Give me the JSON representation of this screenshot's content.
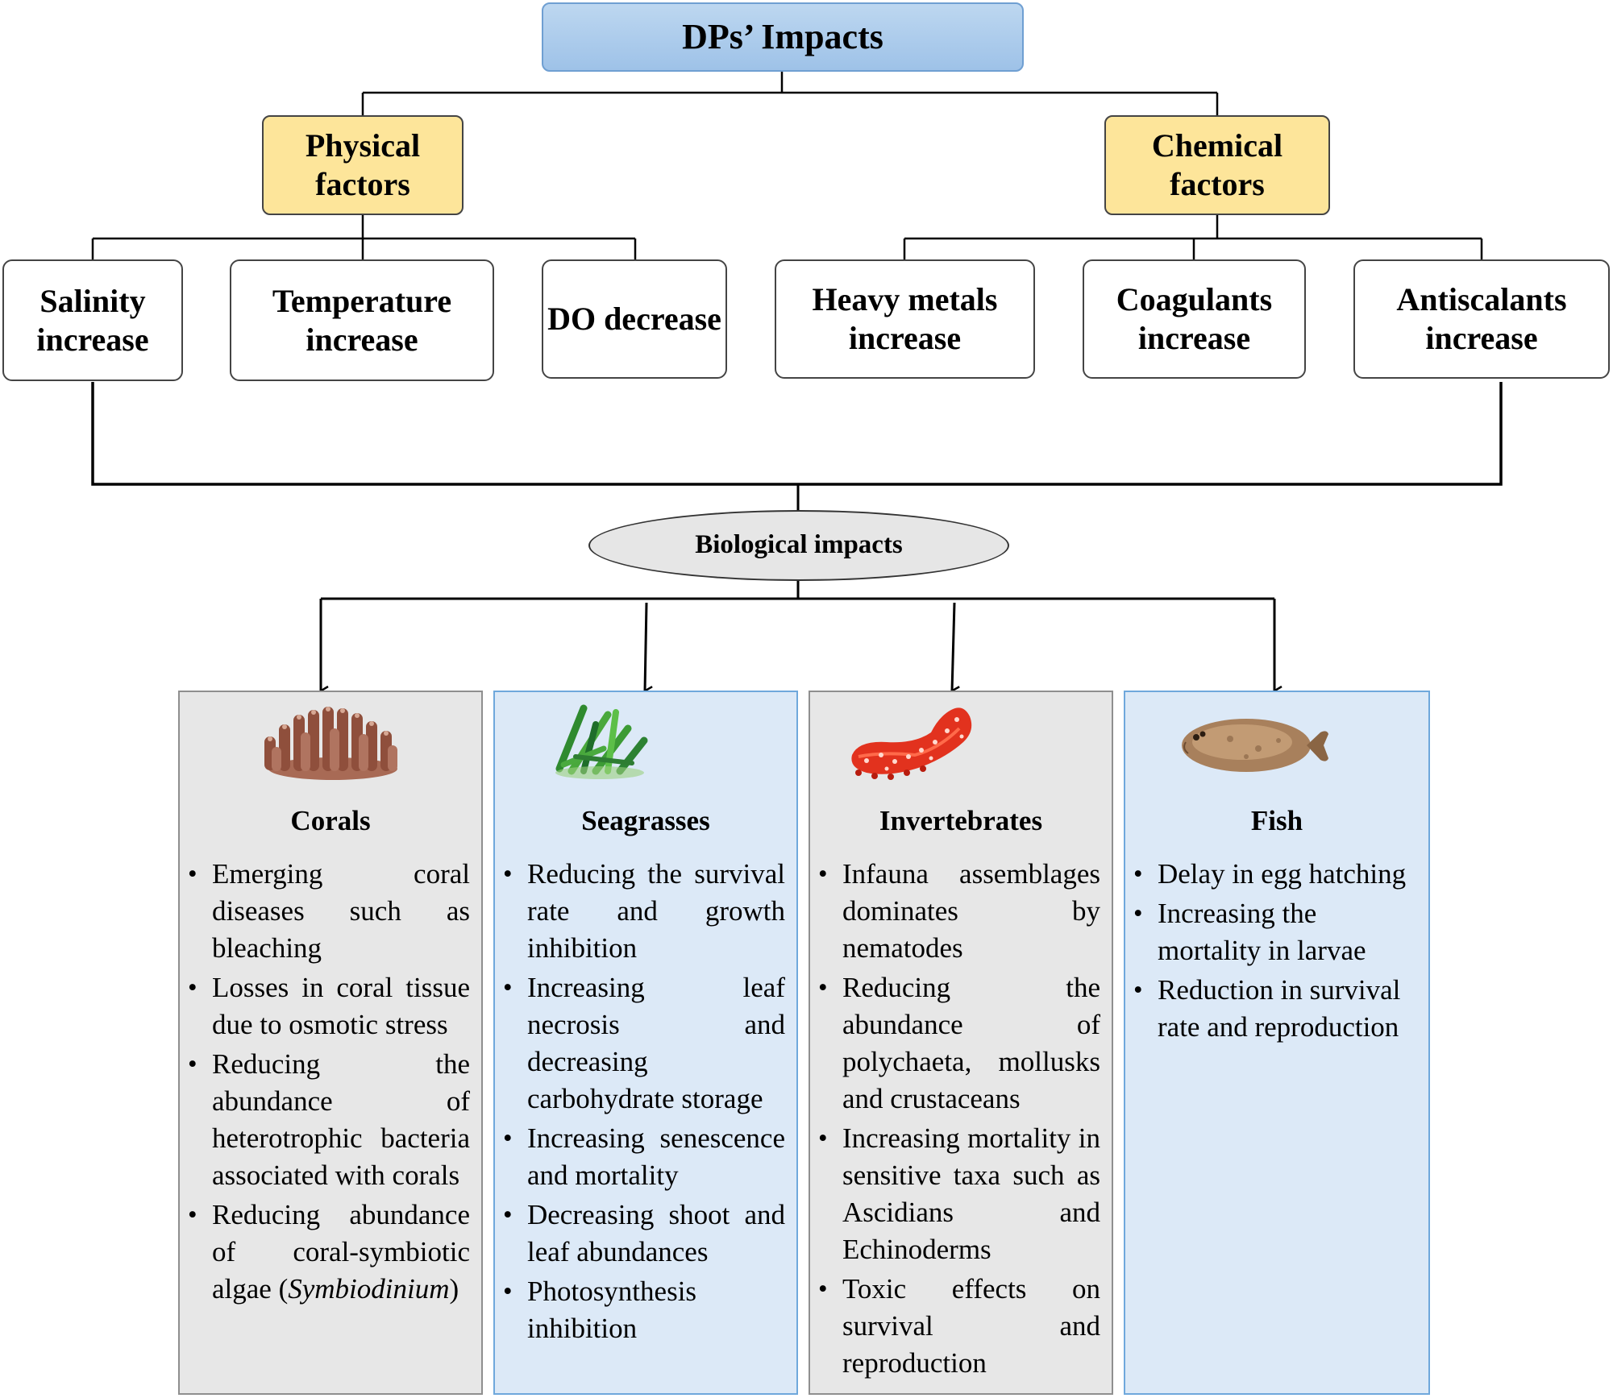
{
  "diagram": {
    "title": "DPs’ Impacts",
    "physical_factors": {
      "label": "Physical factors",
      "items": [
        "Salinity increase",
        "Temperature increase",
        "DO decrease"
      ]
    },
    "chemical_factors": {
      "label": "Chemical factors",
      "items": [
        "Heavy metals increase",
        "Coagulants increase",
        "Antiscalants increase"
      ]
    },
    "hub": "Biological impacts",
    "groups": [
      {
        "title": "Corals",
        "icon": "coral-icon",
        "bullets": [
          "Emerging coral diseases such as bleaching",
          "Losses in coral tissue due to osmotic stress",
          "Reducing the abundance of heterotrophic bacteria associated with corals",
          {
            "before": "Reducing abundance of coral-symbiotic algae (",
            "italic": "Symbiodinium",
            "after": ")"
          }
        ]
      },
      {
        "title": "Seagrasses",
        "icon": "seagrass-icon",
        "bullets": [
          "Reducing the survival rate and growth inhibition",
          "Increasing leaf necrosis and decreasing carbohydrate storage",
          "Increasing senescence and mortality",
          "Decreasing shoot and leaf abundances",
          "Photosynthesis inhibition"
        ]
      },
      {
        "title": "Invertebrates",
        "icon": "sea-cucumber-icon",
        "bullets": [
          "Infauna assemblages dominates by nematodes",
          "Reducing the abundance of polychaeta, mollusks and crustaceans",
          "Increasing mortality in sensitive taxa such as Ascidians and Echinoderms",
          "Toxic effects on survival and reproduction"
        ]
      },
      {
        "title": "Fish",
        "icon": "flatfish-icon",
        "bullets": [
          "Delay in egg hatching",
          "Increasing the mortality in larvae",
          "Reduction in survival rate and reproduction"
        ]
      }
    ]
  },
  "colors": {
    "title_fill": "#9ec2e8",
    "factor_fill": "#fde59a",
    "hub_fill": "#e6e6e6",
    "panel_gray": "#e7e7e7",
    "panel_blue": "#dce9f7",
    "panel_blue_border": "#6fa8dc"
  }
}
